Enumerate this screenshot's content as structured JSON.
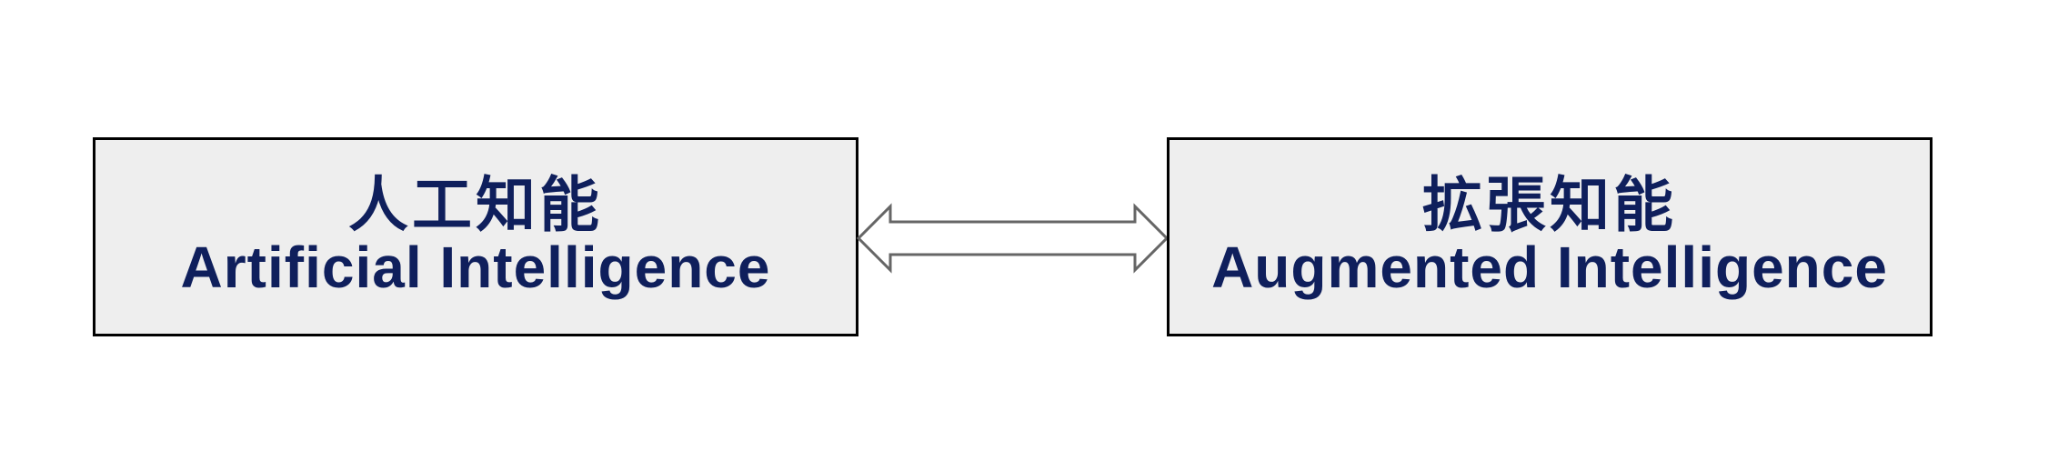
{
  "nodes": [
    {
      "id": "artificial-intelligence",
      "label_jp": "人工知能",
      "label_en": "Artificial Intelligence"
    },
    {
      "id": "augmented-intelligence",
      "label_jp": "拡張知能",
      "label_en": "Augmented Intelligence"
    }
  ],
  "edges": [
    {
      "from": "artificial-intelligence",
      "to": "augmented-intelligence",
      "direction": "bidirectional"
    }
  ],
  "colors": {
    "box_fill": "#eeeeee",
    "box_border": "#000000",
    "text": "#0f1f5c",
    "arrow_stroke": "#666666",
    "arrow_fill": "#ffffff"
  }
}
